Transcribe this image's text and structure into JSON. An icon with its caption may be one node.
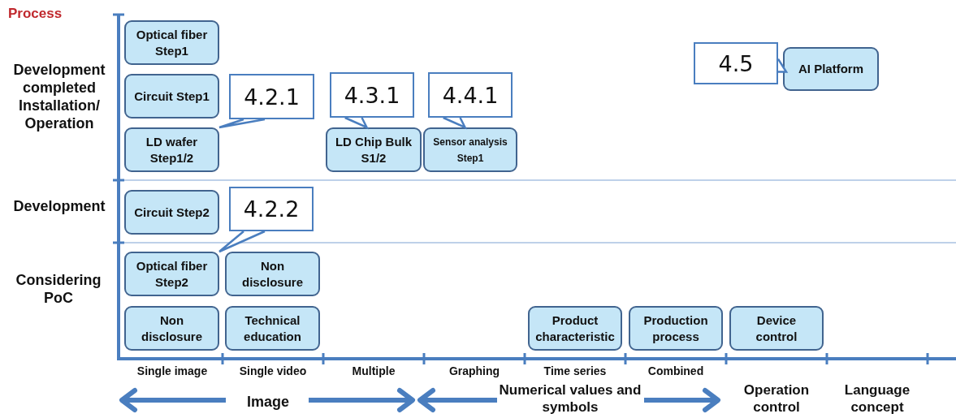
{
  "diagram": {
    "nodes": [
      {
        "text": [
          "Optical fiber Step1"
        ]
      },
      {
        "text": [
          "Circuit Step1"
        ]
      },
      {
        "text": [
          "4.2.1"
        ]
      },
      {
        "text": [
          "4.3.1"
        ]
      },
      {
        "text": [
          "4.4.1"
        ]
      },
      {
        "text": [
          "4.5"
        ]
      },
      {
        "text": [
          "AI Platform"
        ]
      },
      {
        "text": [
          "LD wafer Step1/2"
        ]
      },
      {
        "text": [
          "LD Chip Bulk S1/2"
        ]
      },
      {
        "text": [
          "Sensor analysis Step1"
        ]
      },
      {
        "text": [
          "Circuit Step2"
        ]
      },
      {
        "text": [
          "4.2.2"
        ]
      },
      {
        "text": [
          "Optical fiber Step2"
        ]
      },
      {
        "text": [
          "Non disclosure"
        ]
      },
      {
        "text": [
          "Non disclosure"
        ]
      },
      {
        "text": [
          "Technical education"
        ]
      },
      {
        "text": [
          "Product characteristic"
        ]
      },
      {
        "text": [
          "Production process"
        ]
      },
      {
        "text": [
          "Device control"
        ]
      }
    ],
    "edges": [
      {
        "from": 2,
        "to": 7,
        "arrow": "none"
      },
      {
        "from": 3,
        "to": 8,
        "arrow": "none"
      },
      {
        "from": 4,
        "to": 9,
        "arrow": "none"
      },
      {
        "from": 5,
        "to": 6,
        "arrow": "none"
      },
      {
        "from": 11,
        "to": 12,
        "arrow": "none"
      }
    ],
    "labels": [
      "Process",
      "Development completed Installation/ Operation",
      "Development",
      "Considering PoC",
      "Single image",
      "Single video",
      "Multiple",
      "Graphing",
      "Time series",
      "Combined",
      "Image",
      "Numerical values and symbols",
      "Operation control",
      "Language concept"
    ]
  }
}
